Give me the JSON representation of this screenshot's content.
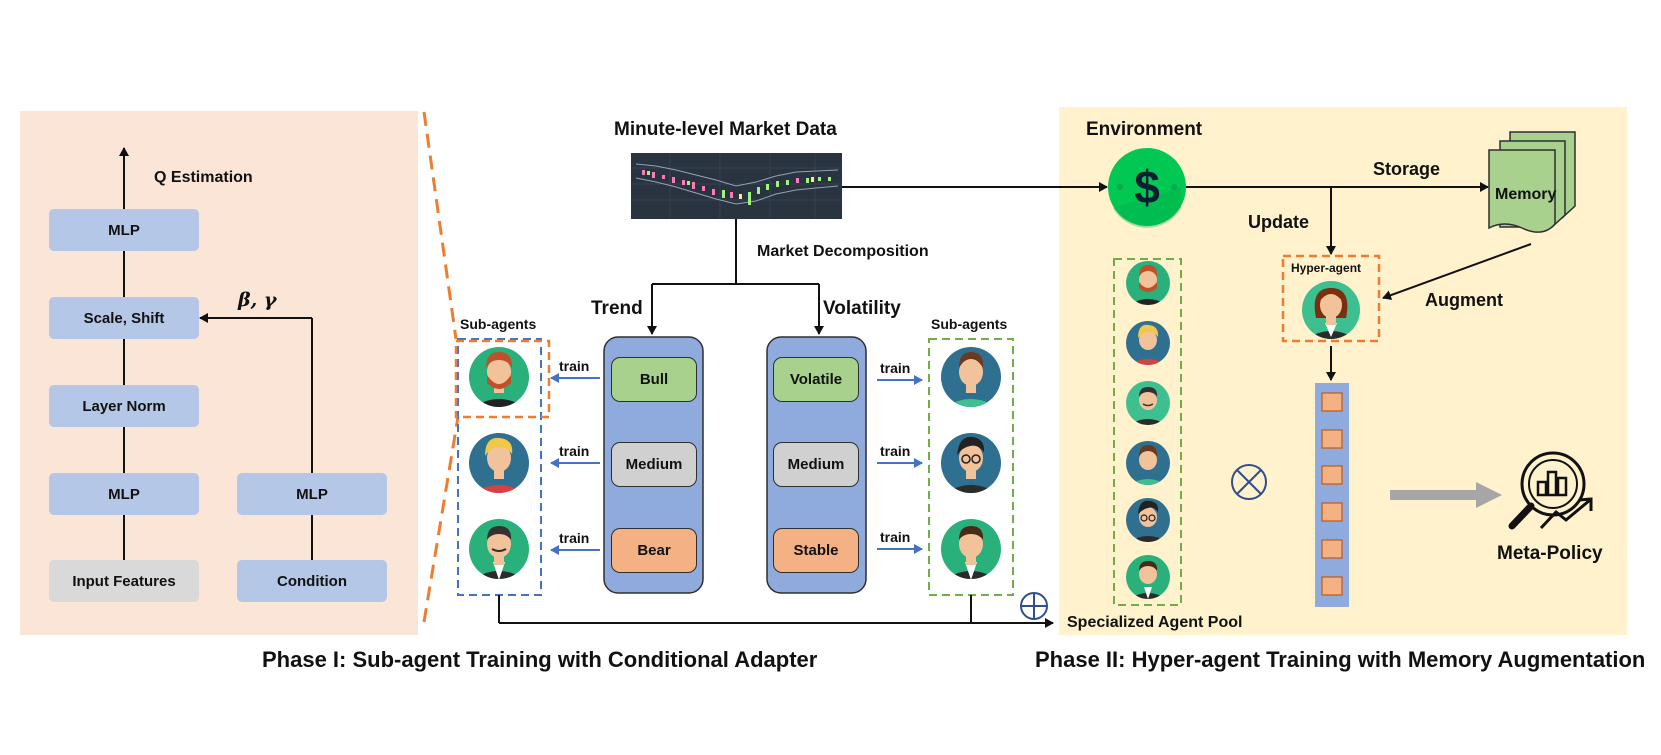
{
  "adapter": {
    "q_estimation": "Q Estimation",
    "mlp_top": "MLP",
    "scale_shift": "Scale, Shift",
    "beta_gamma": "β, γ",
    "layer_norm": "Layer Norm",
    "mlp_mid": "MLP",
    "mlp_cond": "MLP",
    "input_features": "Input Features",
    "condition": "Condition"
  },
  "phase1": {
    "market_data_title": "Minute-level Market Data",
    "market_decomposition": "Market Decomposition",
    "trend_label": "Trend",
    "volatility_label": "Volatility",
    "trend_states": [
      "Bull",
      "Medium",
      "Bear"
    ],
    "volatility_states": [
      "Volatile",
      "Medium",
      "Stable"
    ],
    "sub_agents_left": "Sub-agents",
    "sub_agents_right": "Sub-agents",
    "train": "train",
    "caption": "Phase I: Sub-agent Training with Conditional Adapter"
  },
  "phase2": {
    "environment": "Environment",
    "storage": "Storage",
    "memory": "Memory",
    "update": "Update",
    "augment": "Augment",
    "hyper_agent": "Hyper-agent",
    "agent_pool": "Specialized Agent Pool",
    "meta_policy": "Meta-Policy",
    "caption": "Phase II: Hyper-agent Training with Memory Augmentation"
  },
  "icons": {
    "currency": "dollar-icon",
    "add": "circled-plus-icon",
    "multiply": "circled-times-icon",
    "analytics": "chart-magnifier-icon"
  },
  "colors": {
    "adapter_bg": "#fbe5d6",
    "phase2_bg": "#fff2cc",
    "block_blue": "#b4c7e7",
    "market_column": "#8faadc",
    "state_green": "#a9d18e",
    "state_grey": "#d0d0d0",
    "state_orange": "#f4b183",
    "env_green": "#00c853",
    "dash_orange": "#ed7d31",
    "dash_blue": "#4472c4",
    "dash_green": "#70ad47",
    "arrow_blue": "#4472c4"
  }
}
